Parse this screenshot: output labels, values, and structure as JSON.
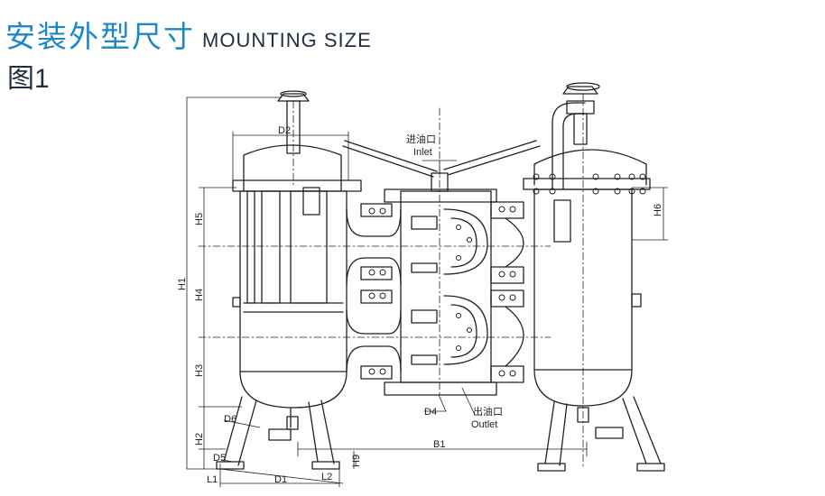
{
  "header": {
    "title_cn": "安装外型尺寸",
    "title_en": "MOUNTING SIZE",
    "figure_label": "图1"
  },
  "colors": {
    "title_accent": "#1b87c9",
    "text_dark": "#1f2e40",
    "line": "#222222"
  },
  "diagram": {
    "inlet_cn": "进油口",
    "inlet_en": "Inlet",
    "outlet_cn": "出油口",
    "outlet_en": "Outlet",
    "dimensions": {
      "d1": "D1",
      "d2": "D2",
      "d4": "D4",
      "d5": "D5",
      "d6": "D6",
      "b1": "B1",
      "h1": "H1",
      "h2": "H2",
      "h3": "H3",
      "h4": "H4",
      "h5": "H5",
      "h6": "H6",
      "h9": "H9",
      "l1": "L1",
      "l2": "L2"
    }
  }
}
